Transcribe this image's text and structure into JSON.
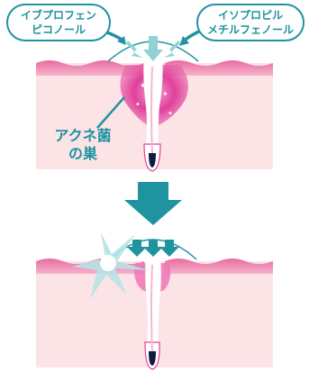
{
  "labels": {
    "ingredient_left_line1": "イブプロフェン",
    "ingredient_left_line2": "ピコノール",
    "ingredient_right_line1": "イソプロピル",
    "ingredient_right_line2": "メチルフェノール",
    "acne_nest_line1": "アクネ菌",
    "acne_nest_line2": "の巣"
  },
  "colors": {
    "teal": "#1f93a0",
    "teal_light": "#8fd3d6",
    "skin_pink": "#fbe3e6",
    "skin_band": "#f08fb3",
    "inflamed_magenta": "#e0409a",
    "pore_white": "#ffffff",
    "hair_dark": "#0f1c3d"
  }
}
